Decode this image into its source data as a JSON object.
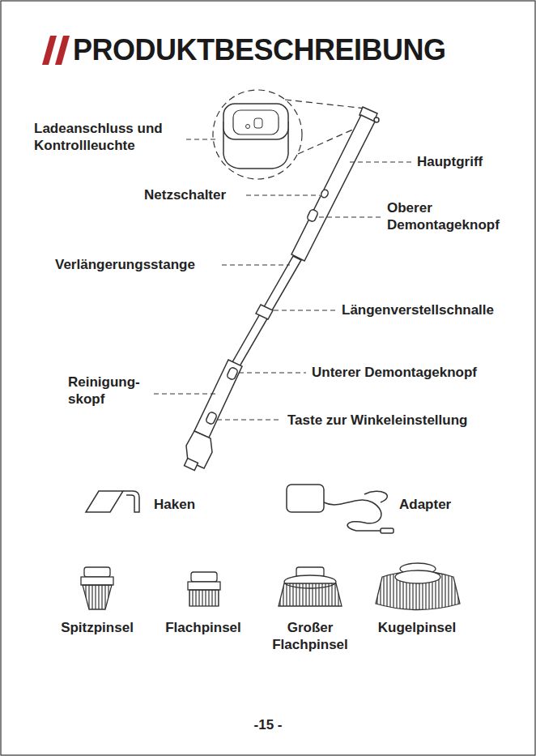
{
  "diagram": {
    "title": "PRODUKTBESCHREIBUNG",
    "labels": [
      "Ladeanschluss und Kontrollleuchte",
      "Hauptgriff",
      "Netzschalter",
      "Oberer Demontageknopf",
      "Verlängerungsstange",
      "Längenverstellschnalle",
      "Unterer Demontageknopf",
      "Reinigung- skopf",
      "Taste zur Winkeleinstellung",
      "Haken",
      "Adapter",
      "Spitzpinsel",
      "Flachpinsel",
      "Großer Flachpinsel",
      "Kugelpinsel",
      "-15 -"
    ]
  }
}
